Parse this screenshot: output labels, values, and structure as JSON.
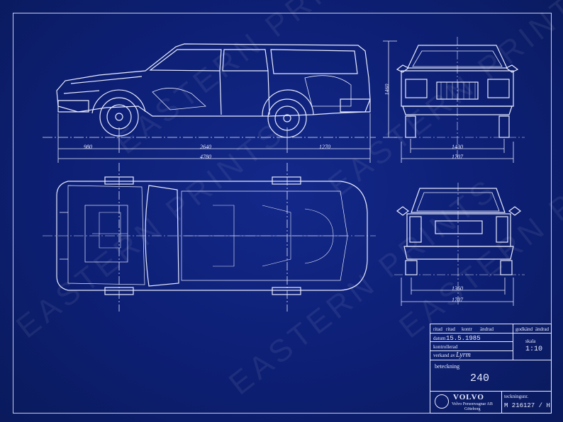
{
  "watermark": "EASTERN PRINTS",
  "dimensions": {
    "front_overhang": "980",
    "wheelbase": "2640",
    "rear_overhang": "1270",
    "overall_length": "4780",
    "height": "1460",
    "front_track": "1430",
    "overall_width_front": "1707",
    "rear_track": "1360",
    "overall_width_rear": "1707"
  },
  "title_block": {
    "header_labels": [
      "ritad",
      "ritad",
      "kontr",
      "ändrad",
      "godkänd",
      "ändrad"
    ],
    "date_label": "datum",
    "date_value": "15.5.1985",
    "checked_label": "kontrollerad",
    "approved_label": "verkand av",
    "signature": "Lyrm",
    "scale_label": "skala",
    "scale_value": "1:10",
    "designation_label": "beteckning",
    "designation_value": "240",
    "brand": "VOLVO",
    "company_line1": "Volvo Personvagnar AB",
    "company_line2": "Göteborg",
    "drawing_no_label": "teckningsnr.",
    "drawing_no_value": "M 216127 / H"
  },
  "colors": {
    "background": "#0d1f74",
    "lines": "#e8ecff"
  }
}
